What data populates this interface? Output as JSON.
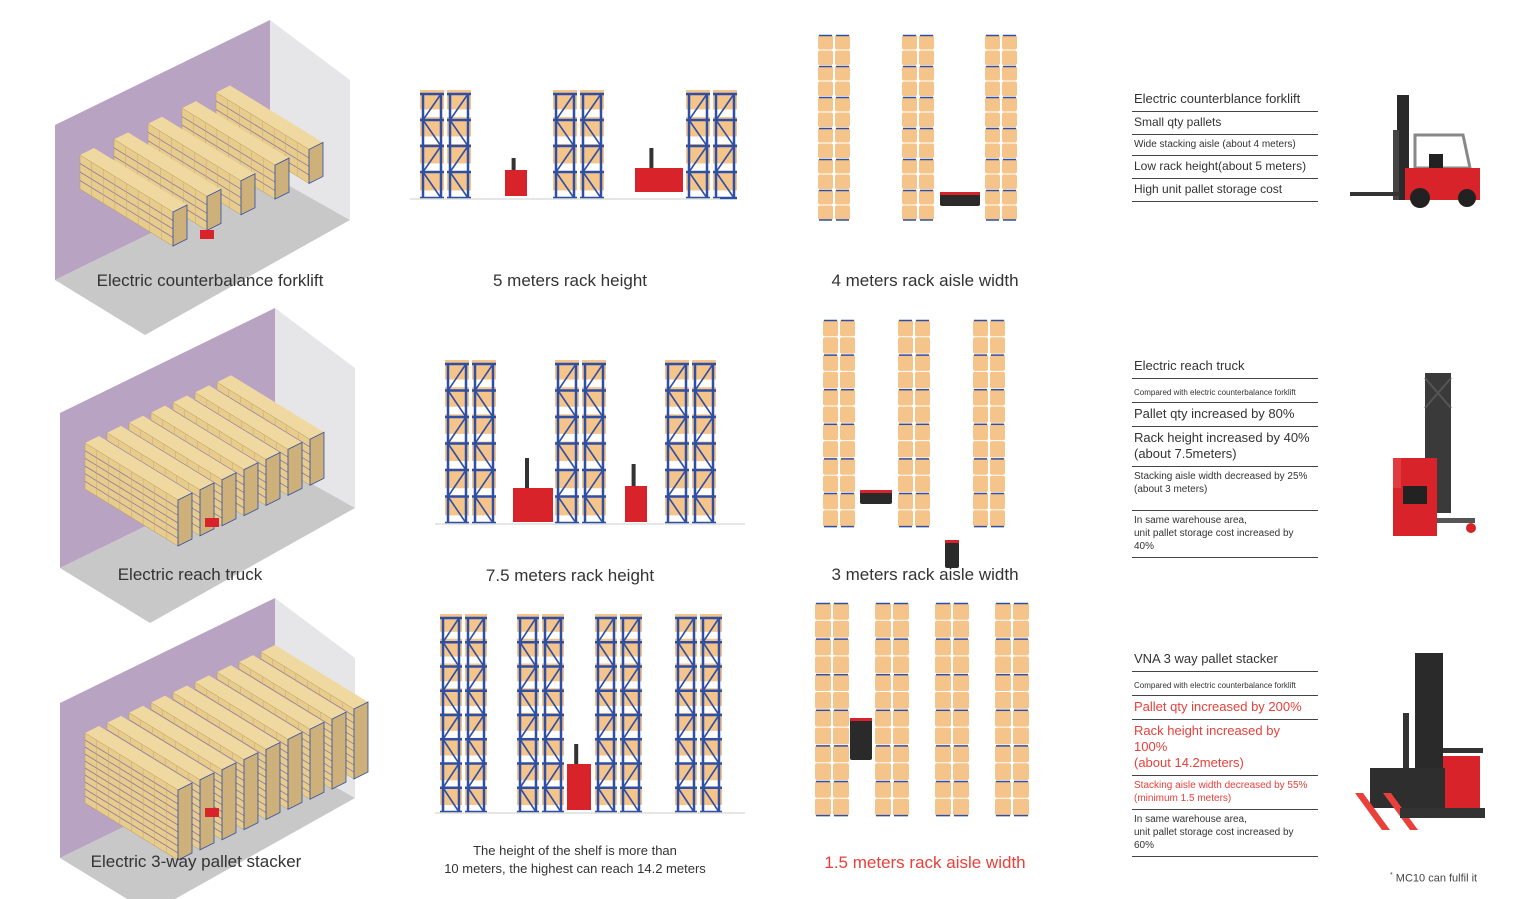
{
  "colors": {
    "rack_blue": "#2e4fa3",
    "pallet_orange": "#f5c48a",
    "box_tan": "#e8cc8c",
    "wall_purple": "#b8a3c2",
    "floor_gray": "#c8c8c8",
    "wall_light": "#e6e6e8",
    "forklift_red": "#d8232a",
    "accent_red": "#e8403a",
    "text": "#333333"
  },
  "rows": [
    {
      "warehouse_caption": "Electric counterbalance forklift",
      "rack_caption": "5 meters rack height",
      "aisle_caption": "4 meters rack aisle width",
      "aisle_caption_highlight": false,
      "rack_levels": 4,
      "warehouse_rows": 5,
      "spec": {
        "title": "Electric counterblance forklift",
        "items": [
          {
            "text": "Small qty pallets",
            "size": "t12",
            "red": false
          },
          {
            "text": "Wide stacking aisle (about 4 meters)",
            "size": "t10",
            "red": false
          },
          {
            "text": "Low rack height(about 5 meters)",
            "size": "t12",
            "red": false
          },
          {
            "text": "High unit pallet storage cost",
            "size": "t12",
            "red": false
          }
        ],
        "machine_icon": "counterbalance-forklift-icon"
      }
    },
    {
      "warehouse_caption": "Electric reach truck",
      "rack_caption": "7.5 meters rack height",
      "aisle_caption": "3 meters rack aisle width",
      "aisle_caption_highlight": false,
      "rack_levels": 6,
      "warehouse_rows": 7,
      "spec": {
        "title": "Electric reach truck",
        "compared": "Compared with electric counterbalance forklift",
        "items": [
          {
            "text": "Pallet qty increased by 80%",
            "size": "t13",
            "red": false
          },
          {
            "text": "Rack height increased by 40%",
            "line2": "(about 7.5meters)",
            "size": "t13",
            "red": false
          },
          {
            "text": "Stacking aisle width decreased by 25%",
            "line2": "(about 3 meters)",
            "size": "t10",
            "red": false
          },
          {
            "text": "In same warehouse area,",
            "line2": "unit pallet storage cost increased by 40%",
            "size": "t10",
            "red": false
          }
        ],
        "machine_icon": "reach-truck-icon"
      }
    },
    {
      "warehouse_caption": "Electric 3-way pallet stacker",
      "rack_caption": "The height of the shelf is more than 10 meters, the highest can reach 14.2 meters",
      "aisle_caption": "1.5 meters rack aisle width",
      "aisle_caption_highlight": true,
      "rack_levels": 8,
      "warehouse_rows": 9,
      "spec": {
        "title": "VNA 3 way pallet stacker",
        "compared": "Compared with electric counterbalance forklift",
        "items": [
          {
            "text": "Pallet qty increased by 200%",
            "size": "t13",
            "red": true
          },
          {
            "text": "Rack height increased by 100%",
            "line2": "(about 14.2meters)",
            "size": "t13",
            "red": true
          },
          {
            "text": "Stacking aisle width decreased by 55%",
            "line2": "(minimum 1.5 meters)",
            "size": "t10",
            "red": true
          },
          {
            "text": "In same warehouse area,",
            "line2": "unit pallet storage cost increased by 60%",
            "size": "t10",
            "red": false
          }
        ],
        "machine_icon": "vna-stacker-icon"
      }
    }
  ],
  "rack_caption_lines": [
    "The height of the shelf is more than",
    "10 meters, the highest can reach 14.2 meters"
  ],
  "footnote": {
    "mark": "*",
    "text": "MC10 can fulfil it"
  }
}
